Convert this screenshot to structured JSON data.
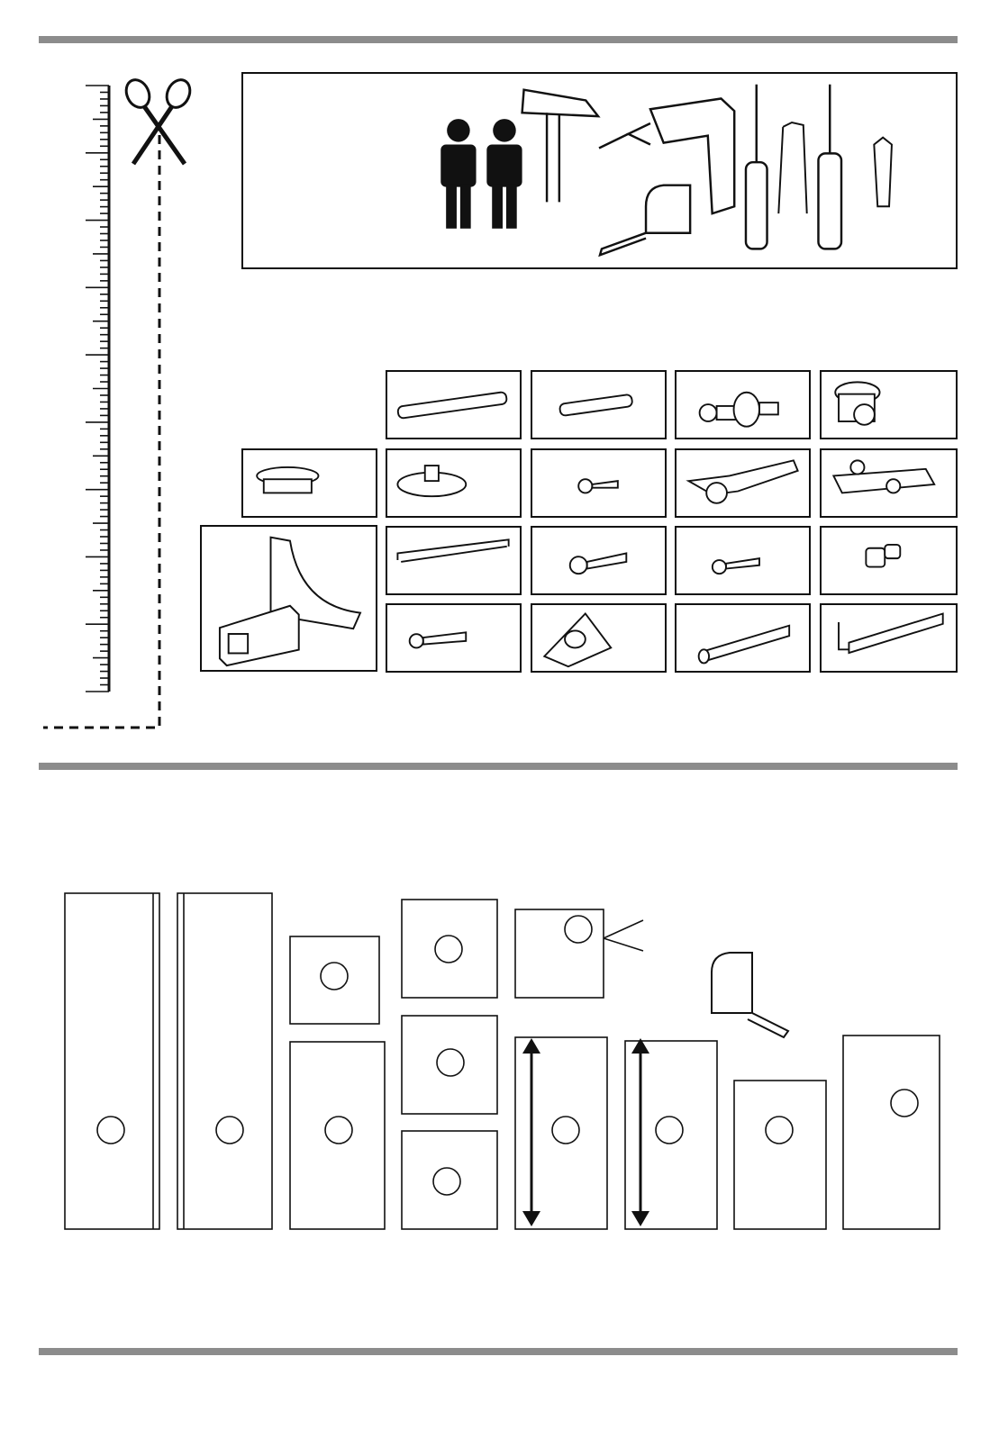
{
  "page": {
    "kind": "furniture assembly instruction sheet",
    "colors": {
      "rule": "#8c8c8c",
      "line": "#111111",
      "fill": "#ffffff"
    }
  },
  "sections": {
    "tools_required": {
      "people_required": 2,
      "icons": [
        "scissors-icon",
        "ruler-icon",
        "person-icon",
        "person-icon",
        "hammer-icon",
        "drill-icon",
        "tape-measure-icon",
        "flathead-screwdriver-icon",
        "chisel-icon",
        "phillips-screwdriver-icon",
        "phillips-bit-icon"
      ]
    },
    "hardware": {
      "items": [
        "long-wooden-dowel",
        "short-wooden-dowel",
        "cam-bolt",
        "cam-lock-nut",
        "cover-cap",
        "adjustable-glide",
        "small-screw",
        "cabinet-hinge",
        "hinge-mounting-plate",
        "corner-leg-bracket",
        "bar-handle",
        "large-screw",
        "medium-screw",
        "shelf-pin",
        "long-screw",
        "corner-block",
        "wall-plug",
        "wall-hook-screw"
      ]
    },
    "panels": {
      "count": 13,
      "items": [
        "side-panel",
        "side-panel",
        "top-panel",
        "bottom-panel",
        "shelf",
        "shelf",
        "shelf",
        "shelf-detail",
        "door-panel",
        "door-panel",
        "door-panel",
        "tape-measure-icon",
        "back-panel"
      ]
    }
  }
}
